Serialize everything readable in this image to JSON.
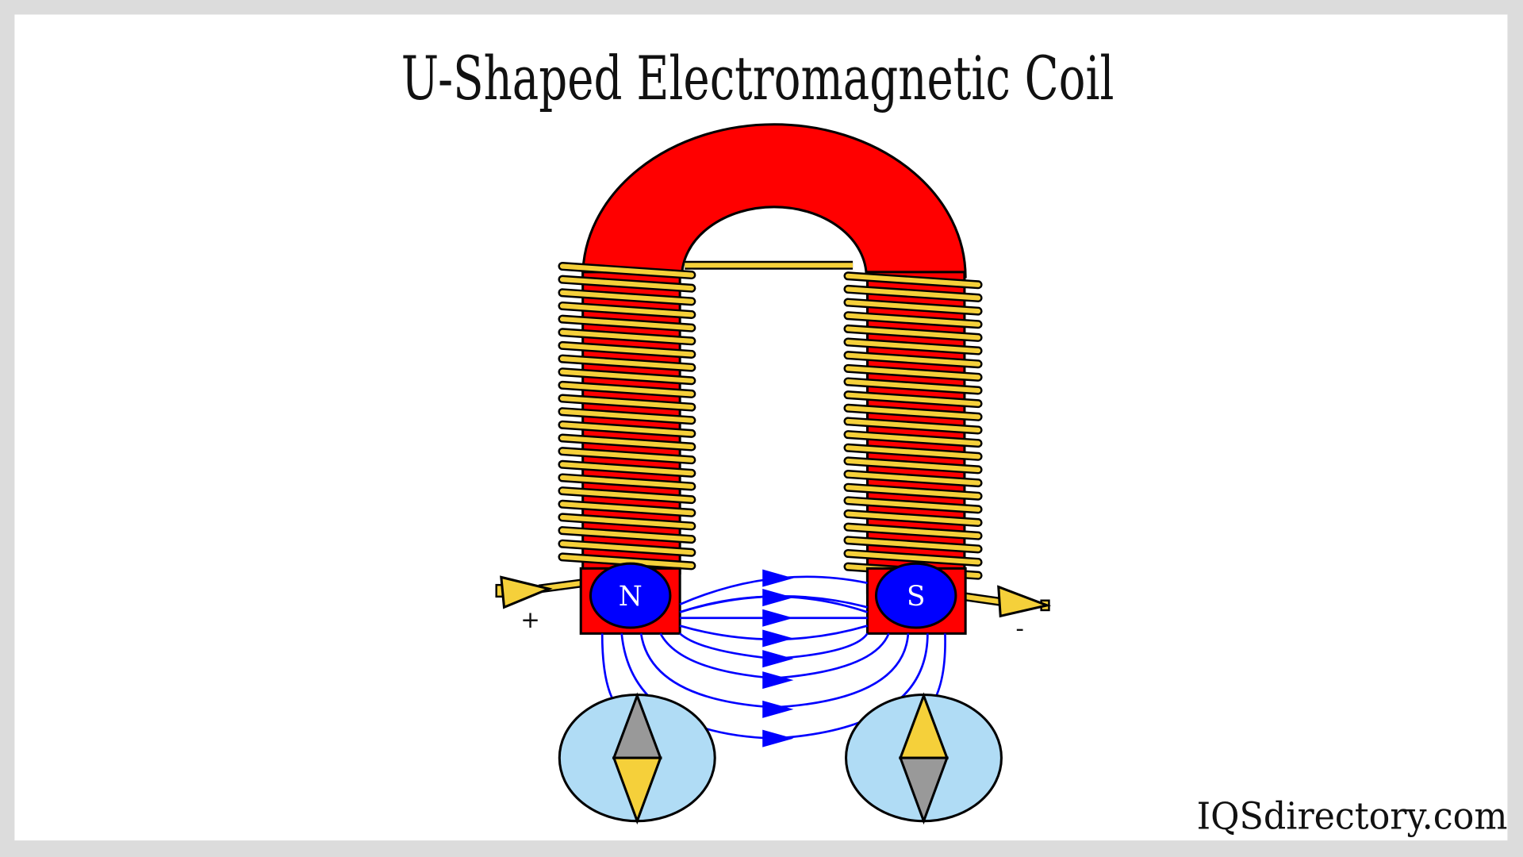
{
  "title": "U-Shaped Electromagnetic Coil",
  "labels": {
    "north": "N",
    "south": "S",
    "positive": "+",
    "negative": "-"
  },
  "watermark": "IQSdirectory.com",
  "colors": {
    "core": "#ff0000",
    "coil": "#f5d03a",
    "pole": "#0000ff",
    "field": "#0000ff",
    "compass": "#b0dcf5",
    "needle_gray": "#999999",
    "needle_yellow": "#f5d03a"
  }
}
